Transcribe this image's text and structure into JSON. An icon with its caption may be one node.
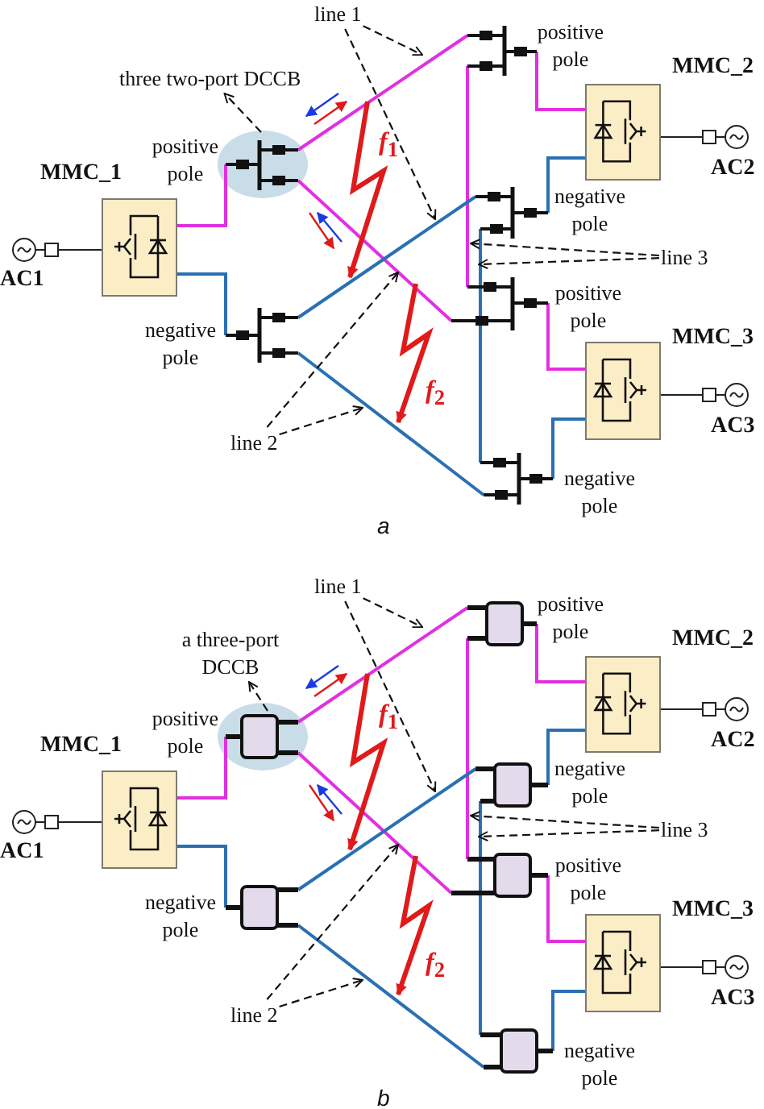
{
  "diagram": {
    "nodes": [
      {
        "text": [
          "MMC_1"
        ]
      },
      {
        "text": [
          "MMC_2"
        ]
      },
      {
        "text": [
          "MMC_3"
        ]
      },
      {
        "text": [
          "line 1"
        ]
      },
      {
        "text": [
          "three two-port DCCB"
        ]
      },
      {
        "text": [
          "line 2"
        ]
      },
      {
        "text": [
          "line 3"
        ]
      },
      {
        "text": [
          "MMC_1"
        ]
      },
      {
        "text": [
          "MMC_2"
        ]
      },
      {
        "text": [
          "MMC_3"
        ]
      },
      {
        "text": [
          "line 1"
        ]
      },
      {
        "text": [
          "a three-port DCCB"
        ]
      },
      {
        "text": [
          "line 2"
        ]
      },
      {
        "text": [
          "line 3"
        ]
      }
    ],
    "edges": [
      {
        "from": 3,
        "to": null,
        "arrow": "to",
        "style": "dashed"
      },
      {
        "from": 3,
        "to": null,
        "arrow": "to",
        "style": "dashed"
      },
      {
        "from": null,
        "to": 4,
        "arrow": "to",
        "style": "dashed"
      },
      {
        "from": 5,
        "to": null,
        "arrow": "to",
        "style": "dashed"
      },
      {
        "from": 5,
        "to": null,
        "arrow": "to",
        "style": "dashed"
      },
      {
        "from": 6,
        "to": null,
        "arrow": "to",
        "style": "dashed"
      },
      {
        "from": 6,
        "to": null,
        "arrow": "to",
        "style": "dashed"
      },
      {
        "from": 10,
        "to": null,
        "arrow": "to",
        "style": "dashed"
      },
      {
        "from": 10,
        "to": null,
        "arrow": "to",
        "style": "dashed"
      },
      {
        "from": null,
        "to": 11,
        "arrow": "to",
        "style": "dashed"
      },
      {
        "from": 12,
        "to": null,
        "arrow": "to",
        "style": "dashed"
      },
      {
        "from": 12,
        "to": null,
        "arrow": "to",
        "style": "dashed"
      },
      {
        "from": 13,
        "to": null,
        "arrow": "to",
        "style": "dashed"
      },
      {
        "from": 13,
        "to": null,
        "arrow": "to",
        "style": "dashed"
      }
    ],
    "labels": [
      "positive pole",
      "positive pole",
      "*f*$_{1}$",
      "AC2",
      "negative pole",
      "AC1",
      "positive pole",
      "negative pole",
      "*f*$_{2}$",
      "AC3",
      "negative pole",
      "a",
      "positive pole",
      "positive pole",
      "*f*$_{1}$",
      "AC2",
      "negative pole",
      "AC1",
      "positive pole",
      "negative pole",
      "*f*$_{2}$",
      "AC3",
      "negative pole",
      "b"
    ]
  }
}
